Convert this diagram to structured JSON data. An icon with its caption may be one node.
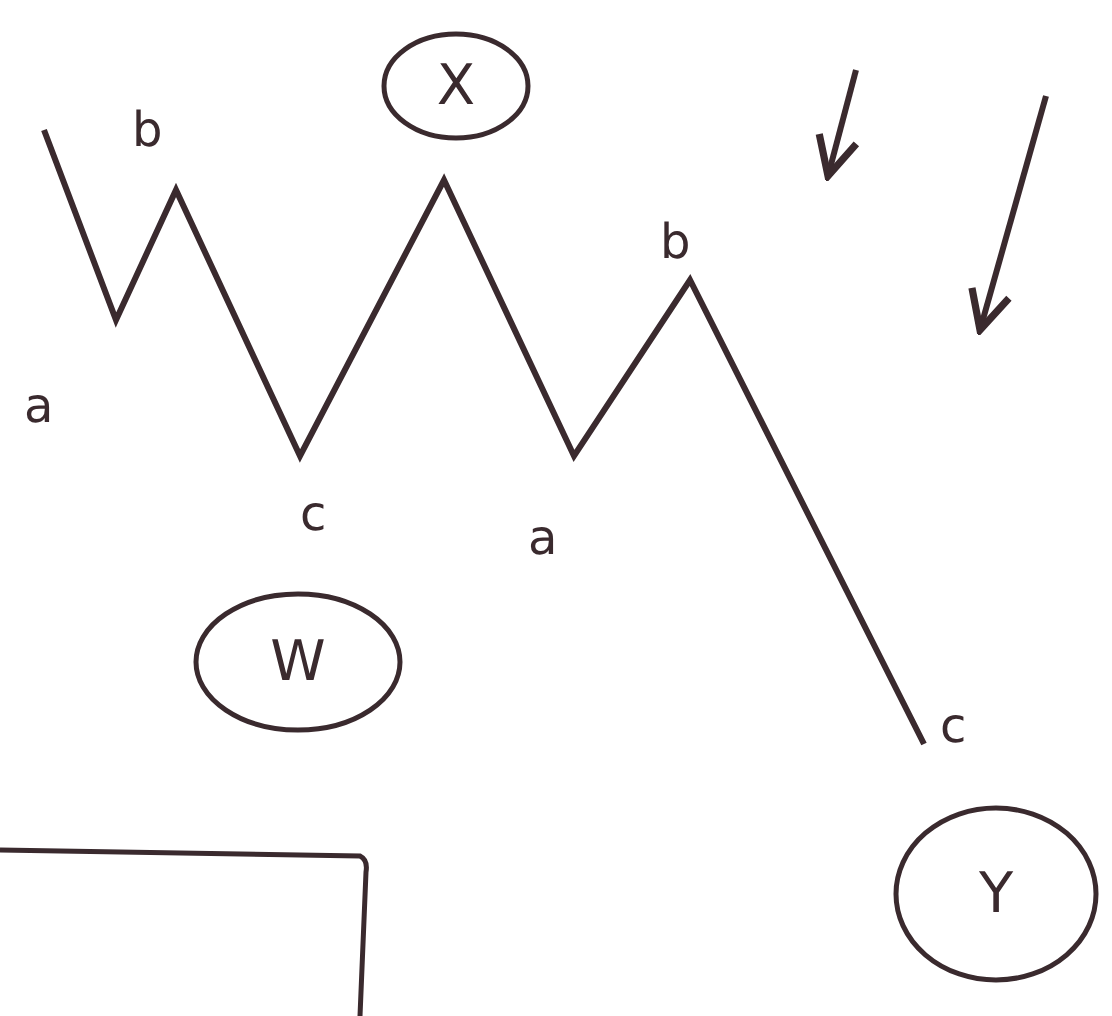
{
  "diagram": {
    "nodes": [
      {
        "text": [
          "X"
        ]
      },
      {
        "text": [
          "W"
        ]
      },
      {
        "text": [
          "Y"
        ]
      }
    ],
    "labels": [
      "b",
      "b",
      "a",
      "c",
      "a",
      "c"
    ]
  }
}
